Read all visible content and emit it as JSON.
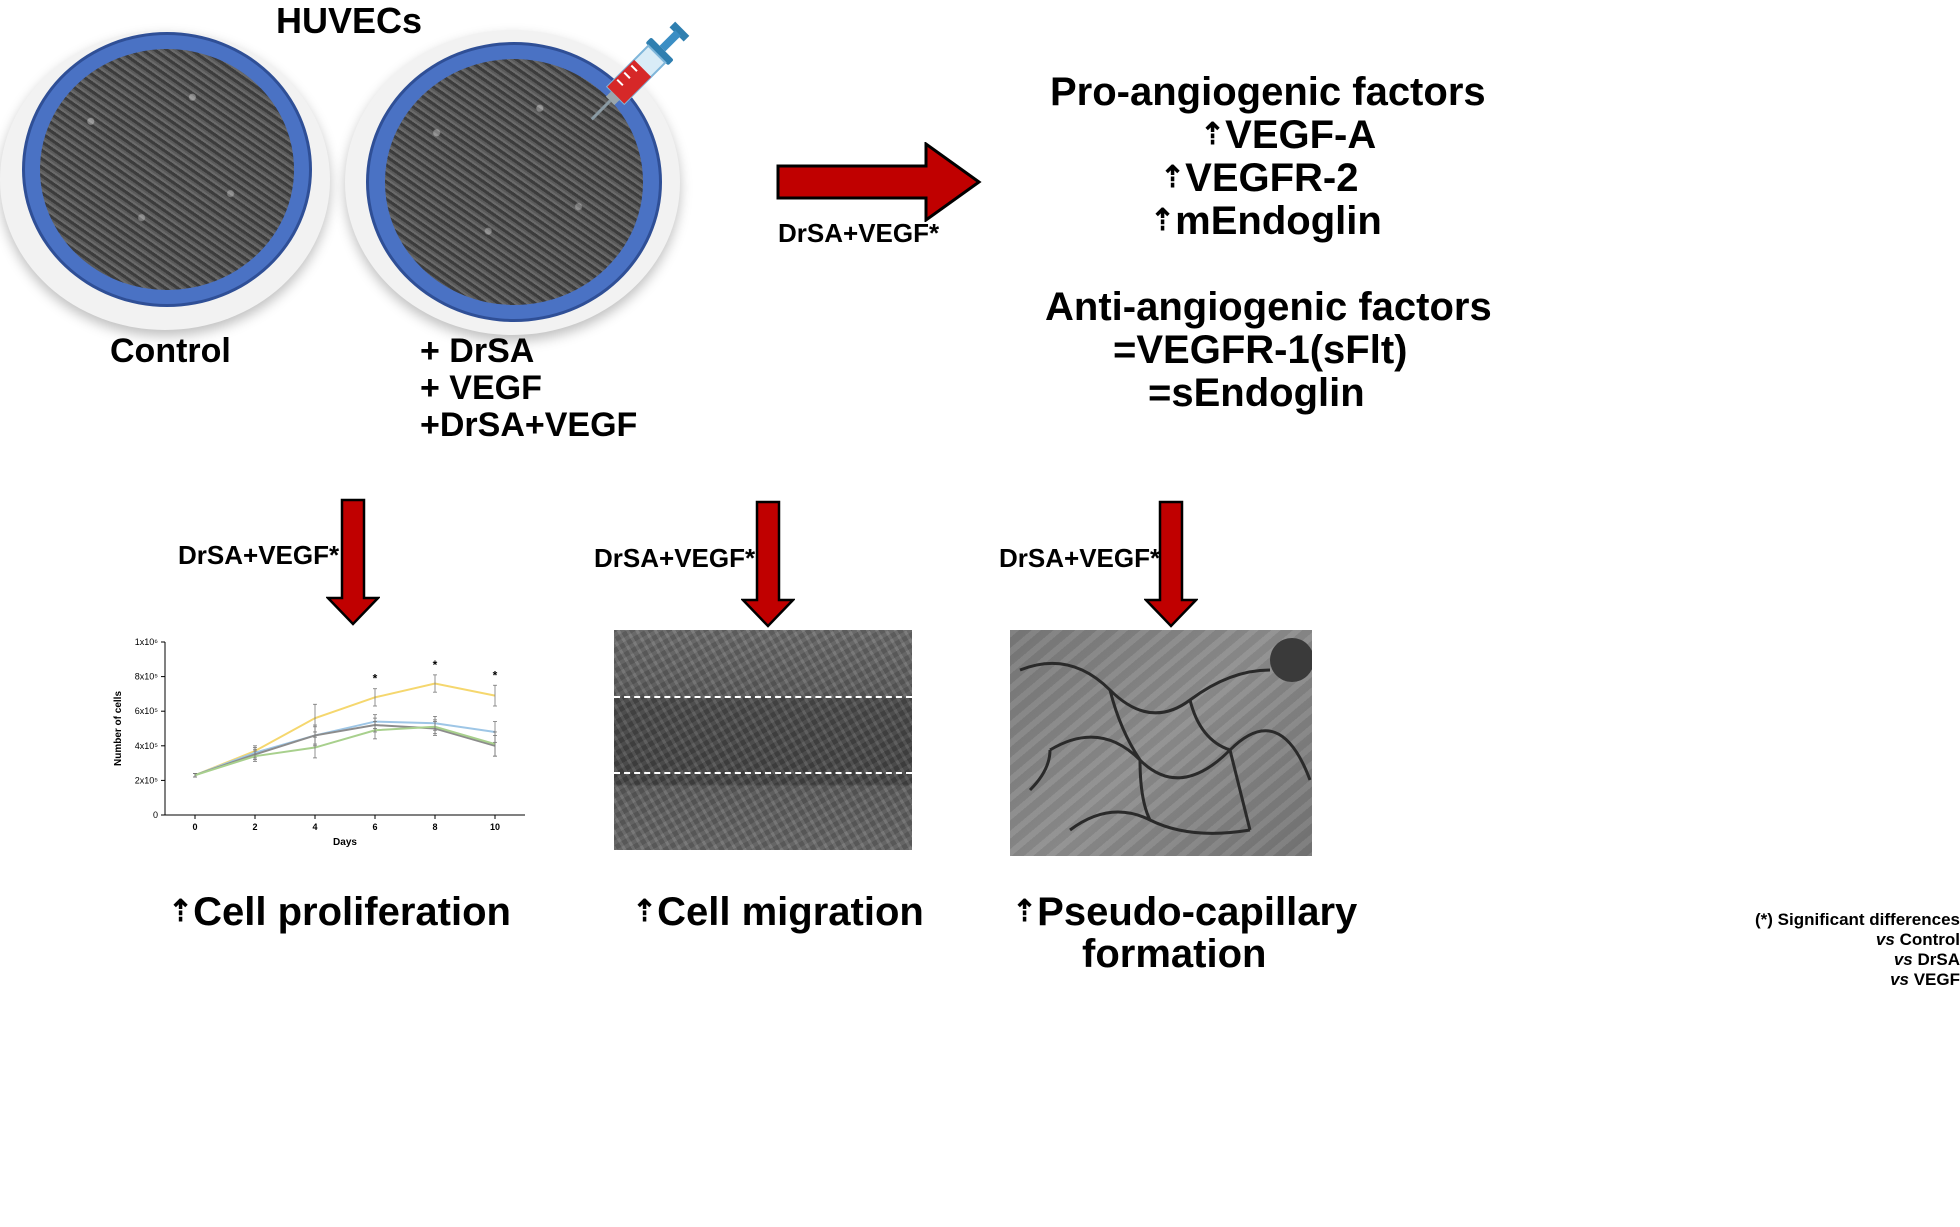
{
  "header": {
    "title": "HUVECs"
  },
  "dishes": {
    "control_label": "Control",
    "treatments": [
      "+ DrSA",
      "+ VEGF",
      "+DrSA+VEGF"
    ]
  },
  "arrows": {
    "top_label": "DrSA+VEGF*",
    "bottom_labels": [
      "DrSA+VEGF*",
      "DrSA+VEGF*",
      "DrSA+VEGF*"
    ]
  },
  "factors": {
    "pro_title": "Pro-angiogenic factors",
    "pro_items": [
      "VEGF-A",
      "VEGFR-2",
      "mEndoglin"
    ],
    "anti_title": "Anti-angiogenic factors",
    "anti_items": [
      "=VEGFR-1(sFlt)",
      "=sEndoglin"
    ],
    "up_arrow_icon": "up-arrow-icon"
  },
  "outcomes": {
    "proliferation": "Cell proliferation",
    "migration": "Cell migration",
    "capillary_line1": "Pseudo-capillary",
    "capillary_line2": "formation"
  },
  "legend": {
    "line1": "(*) Significant differences",
    "lines": [
      {
        "prefix": "vs",
        "text": " Control"
      },
      {
        "prefix": "vs",
        "text": " DrSA"
      },
      {
        "prefix": "vs",
        "text": " VEGF"
      }
    ]
  },
  "colors": {
    "arrow_red": "#c00000",
    "dish_blue": "#4a72c4"
  },
  "chart_data": {
    "type": "line",
    "xlabel": "Days",
    "ylabel": "Number of cells",
    "x": [
      0,
      2,
      4,
      6,
      8,
      10
    ],
    "xticks": [
      "0",
      "2",
      "4",
      "6",
      "8",
      "10"
    ],
    "yticks": [
      "0",
      "2x10⁵",
      "4x10⁵",
      "6x10⁵",
      "8x10⁵",
      "1x10⁶"
    ],
    "ytick_values": [
      0,
      200000,
      400000,
      600000,
      800000,
      1000000
    ],
    "ylim": [
      0,
      1000000
    ],
    "xlim": [
      -1,
      11
    ],
    "annotations": [
      {
        "x": 6,
        "text": "*"
      },
      {
        "x": 8,
        "text": "*"
      },
      {
        "x": 10,
        "text": "*"
      }
    ],
    "series": [
      {
        "color": "#f5d76e",
        "values": [
          230000,
          370000,
          560000,
          680000,
          760000,
          690000
        ],
        "err": [
          10000,
          30000,
          80000,
          50000,
          50000,
          60000
        ]
      },
      {
        "color": "#9ec6e6",
        "values": [
          230000,
          360000,
          460000,
          540000,
          530000,
          480000
        ],
        "err": [
          10000,
          30000,
          50000,
          40000,
          40000,
          60000
        ]
      },
      {
        "color": "#8c8c8c",
        "values": [
          230000,
          350000,
          460000,
          520000,
          500000,
          400000
        ],
        "err": [
          10000,
          30000,
          60000,
          40000,
          40000,
          60000
        ]
      },
      {
        "color": "#a8d08d",
        "values": [
          230000,
          340000,
          390000,
          490000,
          510000,
          410000
        ],
        "err": [
          10000,
          30000,
          60000,
          50000,
          40000,
          70000
        ]
      }
    ]
  }
}
